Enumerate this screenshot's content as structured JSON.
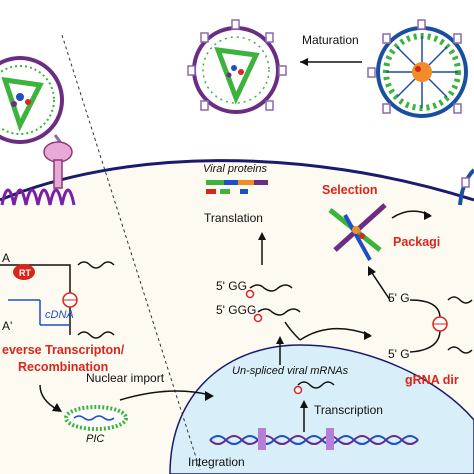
{
  "labels": {
    "maturation": "Maturation",
    "viral_proteins": "Viral proteins",
    "translation": "Translation",
    "selection": "Selection",
    "packaging": "Packagi",
    "five_gg": "5' GG",
    "five_ggg": "5' GGG",
    "five_g_top": "5' G",
    "five_g_bottom": "5' G",
    "rt": "RT",
    "a_top": "A",
    "a_bottom": "A'",
    "cdna": "cDNA",
    "reverse_transcription_line1": "everse Transcripton/",
    "reverse_transcription_line2": "Recombination",
    "nuclear_import": "Nuclear import",
    "pic": "PIC",
    "unspliced": "Un-spliced viral mRNAs",
    "transcription": "Transcription",
    "integration": "Integration",
    "grna_dimer": "gRNA dir"
  },
  "colors": {
    "envelope": "#6b2d82",
    "capsid_green": "#3cb33c",
    "membrane": "#1a1a6e",
    "accent_red": "#d8261c",
    "cdna_blue": "#1f4fc8",
    "nucleus": "#d8eef8",
    "cytoplasm": "#fdfaf1",
    "spike": "#8a6ab0",
    "receptor": "#e9a9d6"
  }
}
